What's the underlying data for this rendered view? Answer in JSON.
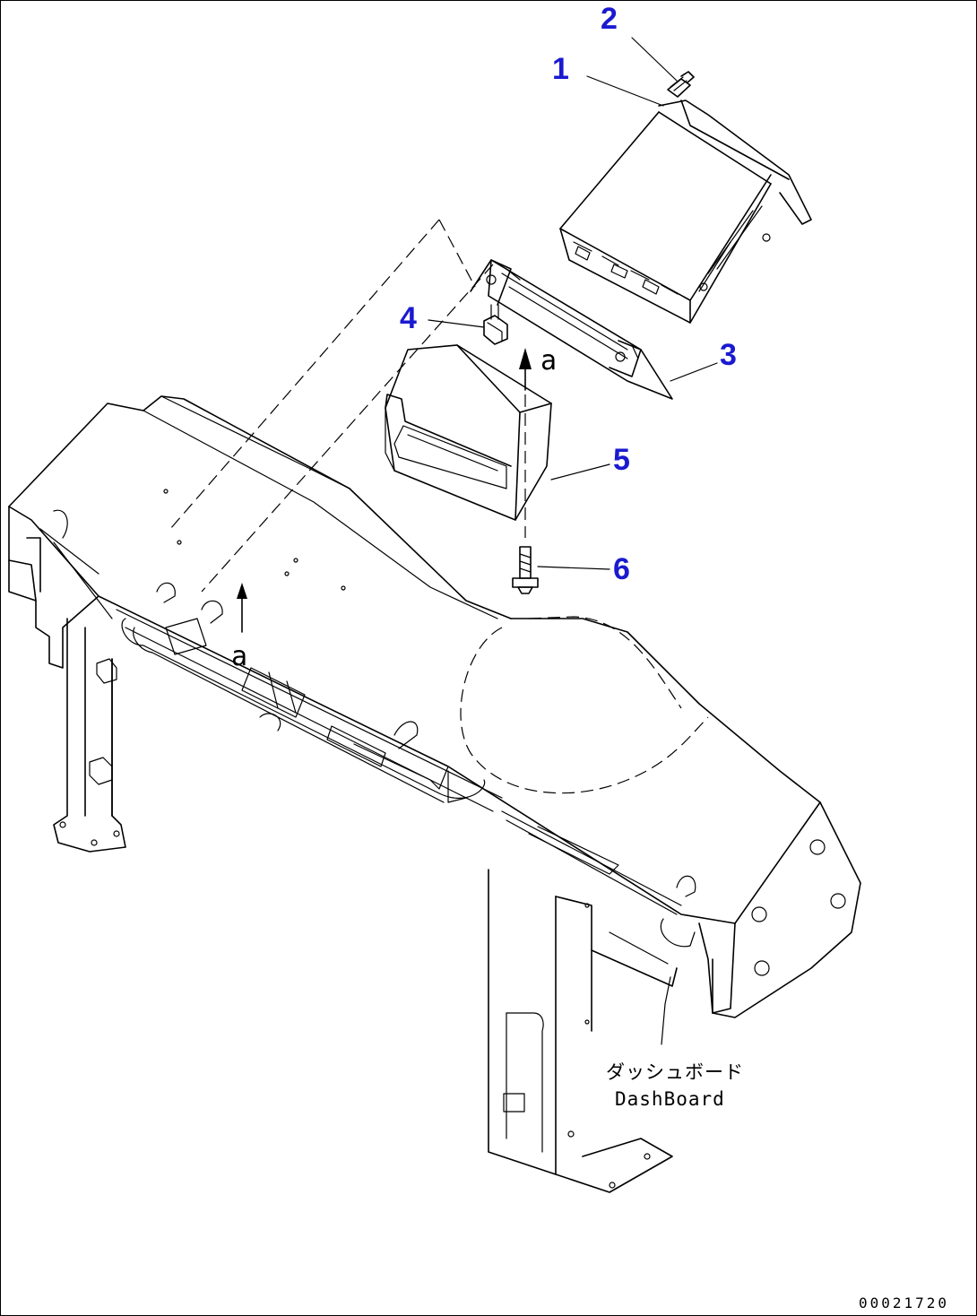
{
  "callouts": [
    {
      "id": "1",
      "text": "1"
    },
    {
      "id": "2",
      "text": "2"
    },
    {
      "id": "3",
      "text": "3"
    },
    {
      "id": "4",
      "text": "4"
    },
    {
      "id": "5",
      "text": "5"
    },
    {
      "id": "6",
      "text": "6"
    }
  ],
  "markers": {
    "a_upper": "a",
    "a_lower": "a"
  },
  "dashboard_label": {
    "japanese": "ダッシュボード",
    "english": "DashBoard"
  },
  "drawing_code": "00021720",
  "colors": {
    "callout": "#1a1ad0",
    "line": "#000000",
    "background": "#ffffff"
  }
}
